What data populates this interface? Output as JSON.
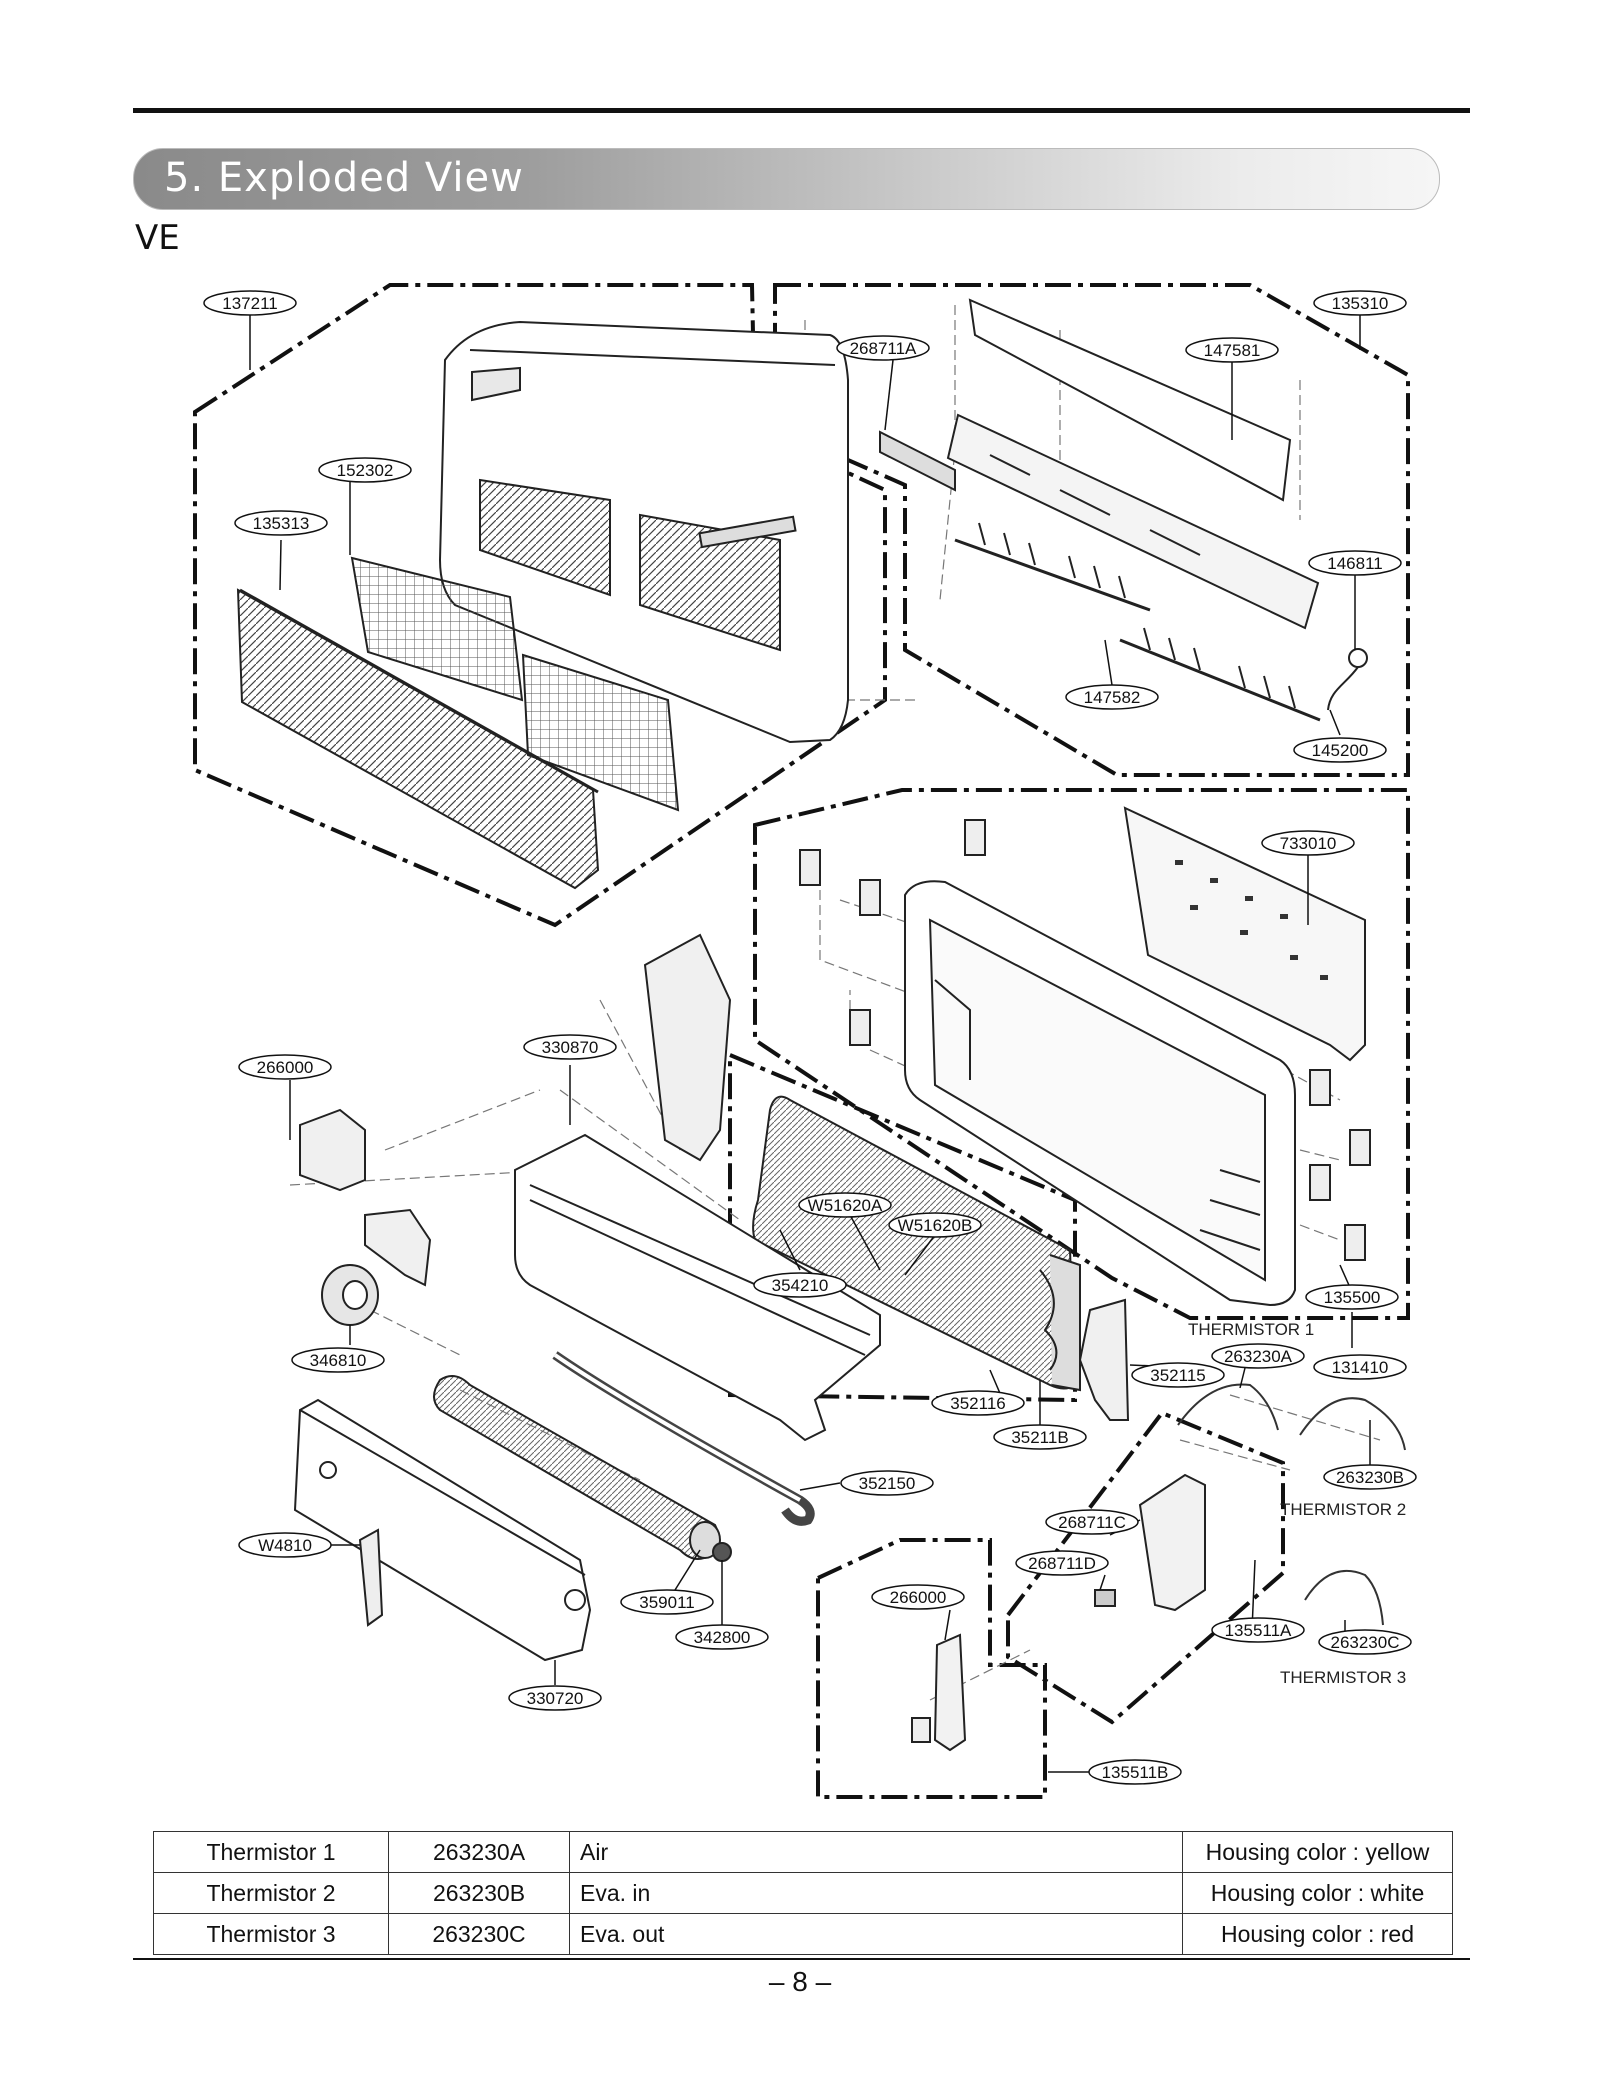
{
  "section_title": "5. Exploded View",
  "model": "VE",
  "page_number": "– 8 –",
  "labels": [
    "137211",
    "135310",
    "268711A",
    "147581",
    "152302",
    "135313",
    "146811",
    "147582",
    "145200",
    "733010",
    "330870",
    "266000",
    "W51620A",
    "W51620B",
    "354210",
    "135500",
    "346810",
    "352115",
    "263230A",
    "131410",
    "352116",
    "35211B",
    "352150",
    "263230B",
    "268711C",
    "W4810",
    "268711D",
    "359011",
    "266000",
    "342800",
    "135511A",
    "263230C",
    "330720",
    "135511B"
  ],
  "annotations": [
    "THERMISTOR 1",
    "THERMISTOR 2",
    "THERMISTOR 3"
  ],
  "thermistor_table": [
    {
      "name": "Thermistor 1",
      "code": "263230A",
      "location": "Air",
      "housing": "Housing color : yellow"
    },
    {
      "name": "Thermistor 2",
      "code": "263230B",
      "location": "Eva. in",
      "housing": "Housing color : white"
    },
    {
      "name": "Thermistor 3",
      "code": "263230C",
      "location": "Eva. out",
      "housing": "Housing color : red"
    }
  ]
}
